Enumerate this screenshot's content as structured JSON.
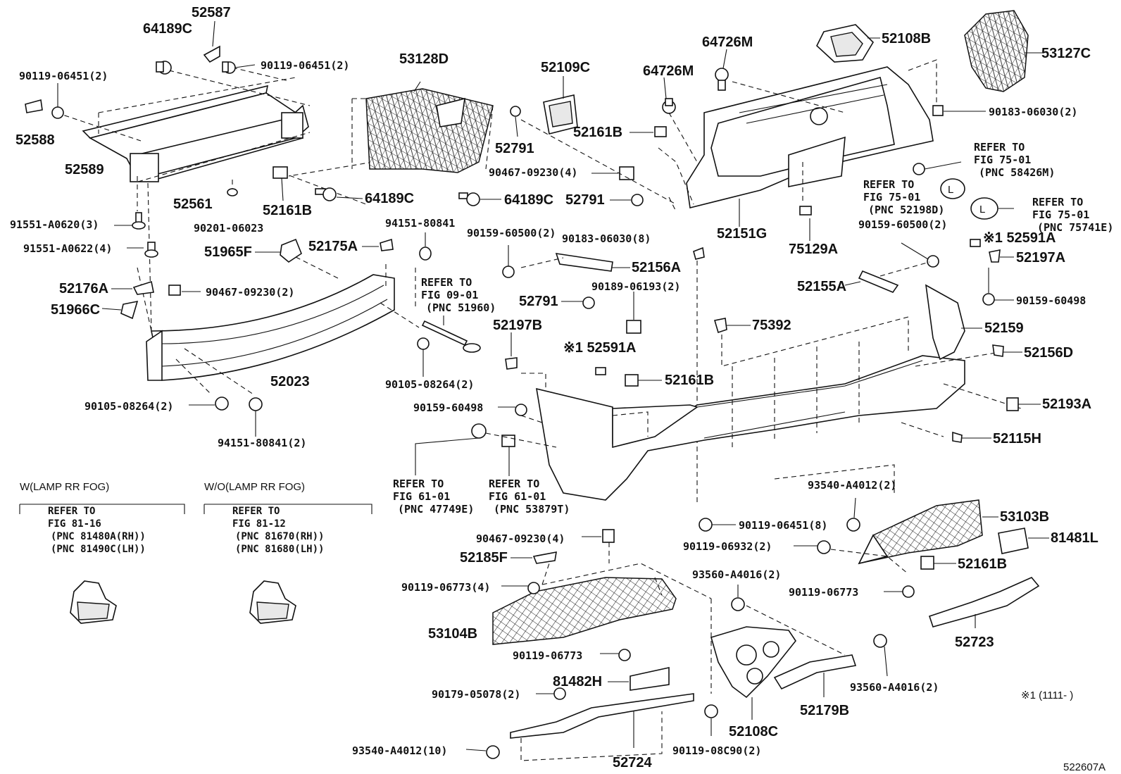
{
  "diagram_id": "522607A",
  "footnote": "※1 (1111-     )",
  "parts": {
    "p64189C_top": "64189C",
    "p52587": "52587",
    "p90119_06451_a": "90119-06451(2)",
    "p90119_06451_b": "90119-06451(2)",
    "p52588": "52588",
    "p52589": "52589",
    "p52561": "52561",
    "p90201_06023": "90201-06023",
    "p53128D": "53128D",
    "p52161B_a": "52161B",
    "p64189C_mid": "64189C",
    "p64189C_low": "64189C",
    "p52109C": "52109C",
    "p52791_a": "52791",
    "p52161B_b": "52161B",
    "p90467_09230_a": "90467-09230(4)",
    "p52791_b": "52791",
    "p64726M_a": "64726M",
    "p64726M_b": "64726M",
    "p52108B": "52108B",
    "p53127C": "53127C",
    "p90183_06030_a": "90183-06030(2)",
    "p52151G": "52151G",
    "p75129A": "75129A",
    "p91551_A0620": "91551-A0620(3)",
    "p91551_A0622": "91551-A0622(4)",
    "p52176A": "52176A",
    "p51966C": "51966C",
    "p51965F": "51965F",
    "p52175A": "52175A",
    "p94151_80841_a": "94151-80841",
    "p90467_09230_b": "90467-09230(2)",
    "p52023": "52023",
    "p90105_08264_a": "90105-08264(2)",
    "p94151_80841_b": "94151-80841(2)",
    "p90105_08264_b": "90105-08264(2)",
    "p90159_60500_a": "90159-60500(2)",
    "p90183_06030_b": "90183-06030(8)",
    "p52156A": "52156A",
    "p52791_c": "52791",
    "p90189_06193": "90189-06193(2)",
    "p52197B": "52197B",
    "p52591A_a": "※1 52591A",
    "p52161B_c": "52161B",
    "p75392": "75392",
    "p90159_60498_a": "90159-60498",
    "p90159_60500_b": "90159-60500(2)",
    "p52591A_b": "※1 52591A",
    "p52197A": "52197A",
    "p52155A": "52155A",
    "p90159_60498_b": "90159-60498",
    "p52159": "52159",
    "p52156D": "52156D",
    "p52193A": "52193A",
    "p52115H": "52115H",
    "p93540_A4012_a": "93540-A4012(2)",
    "p53103B": "53103B",
    "p90119_06451_c": "90119-06451(8)",
    "p81481L": "81481L",
    "p90119_06932": "90119-06932(2)",
    "p52161B_d": "52161B",
    "p93560_A4016_a": "93560-A4016(2)",
    "p90119_06773_a": "90119-06773",
    "p52723": "52723",
    "p90467_09230_c": "90467-09230(4)",
    "p52185F": "52185F",
    "p90119_06773_b": "90119-06773(4)",
    "p53104B": "53104B",
    "p90119_06773_c": "90119-06773",
    "p81482H": "81482H",
    "p90179_05078": "90179-05078(2)",
    "p93540_A4012_b": "93540-A4012(10)",
    "p52724": "52724",
    "p90119_08C90": "90119-08C90(2)",
    "p52108C": "52108C",
    "p52179B": "52179B",
    "p93560_A4016_b": "93560-A4016(2)"
  },
  "references": {
    "ref_fig09": [
      "REFER TO",
      "FIG 09-01",
      "(PNC 51960)"
    ],
    "ref_fig75_a": [
      "REFER TO",
      "FIG 75-01",
      "(PNC 58426M)"
    ],
    "ref_fig75_b": [
      "REFER TO",
      "FIG 75-01",
      "(PNC 52198D)"
    ],
    "ref_fig75_c": [
      "REFER TO",
      "FIG 75-01",
      "(PNC 75741E)"
    ],
    "ref_fig61_a": [
      "REFER TO",
      "FIG 61-01",
      "(PNC 47749E)"
    ],
    "ref_fig61_b": [
      "REFER TO",
      "FIG 61-01",
      "(PNC 53879T)"
    ]
  },
  "variants": {
    "with_fog": {
      "title": "W(LAMP RR FOG)",
      "lines": [
        "REFER TO",
        "FIG 81-16",
        "(PNC 81480A(RH))",
        "(PNC 81490C(LH))"
      ]
    },
    "without_fog": {
      "title": "W/O(LAMP RR FOG)",
      "lines": [
        "REFER TO",
        "FIG 81-12",
        "(PNC 81670(RH))",
        "(PNC 81680(LH))"
      ]
    }
  }
}
